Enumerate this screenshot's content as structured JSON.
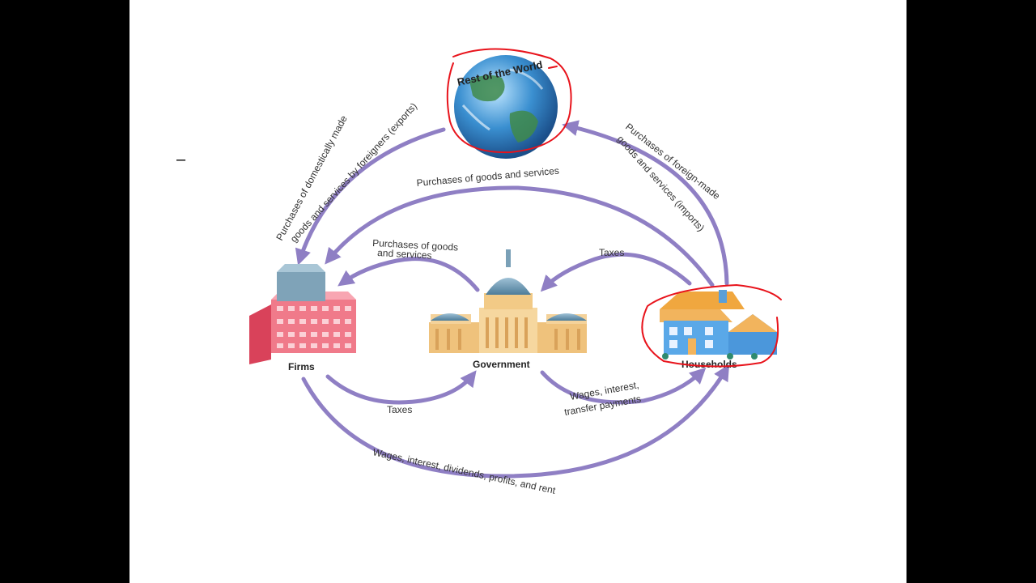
{
  "slide": {
    "bullet": "–"
  },
  "diagram": {
    "nodes": {
      "world": "Rest of the World",
      "firms": "Firms",
      "government": "Government",
      "households": "Households"
    },
    "flows": {
      "exports": [
        "Purchases of domestically made",
        "goods and services by foreigners (exports)"
      ],
      "imports": [
        "Purchases of foreign-made",
        "goods and services (imports)"
      ],
      "hh_purchases": "Purchases of goods and services",
      "gov_purchases": [
        "Purchases of goods",
        "and services"
      ],
      "hh_taxes": "Taxes",
      "firm_taxes": "Taxes",
      "transfers": [
        "Wages, interest,",
        "transfer payments"
      ],
      "wages": "Wages, interest, dividends, profits, and rent"
    },
    "colors": {
      "arrow": "#8f7fc4",
      "annotation": "#e8131b"
    }
  }
}
